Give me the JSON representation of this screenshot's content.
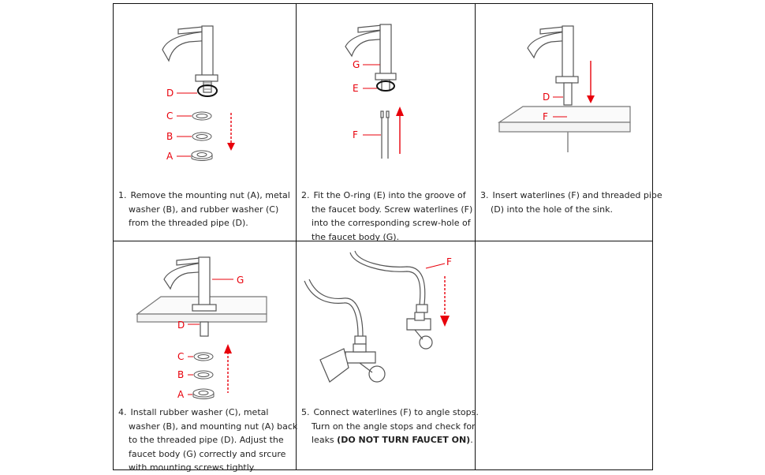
{
  "steps": [
    {
      "number": "1.",
      "lines": [
        "Remove the mounting nut (A), metal",
        "washer (B), and rubber washer (C)",
        "from the threaded pipe (D)."
      ],
      "labels": [
        "D",
        "C",
        "B",
        "A"
      ]
    },
    {
      "number": "2.",
      "lines": [
        "Fit the O-ring (E) into the groove of",
        "the faucet body. Screw waterlines (F)",
        "into the  corresponding screw-hole of",
        "the faucet body (G)."
      ],
      "labels": [
        "G",
        "E",
        "F"
      ]
    },
    {
      "number": "3.",
      "lines": [
        "Insert waterlines (F) and threaded pipe",
        "(D) into the hole of the sink."
      ],
      "labels": [
        "D",
        "F"
      ]
    },
    {
      "number": "4.",
      "lines": [
        "Install rubber washer (C), metal",
        "washer (B), and mounting nut (A) back",
        "to the threaded pipe (D). Adjust the",
        "faucet body (G) correctly and srcure",
        "with mounting screws tightly."
      ],
      "labels": [
        "G",
        "D",
        "C",
        "B",
        "A"
      ]
    },
    {
      "number": "5.",
      "lines": [
        "Connect waterlines (F) to angle stops.",
        "Turn on the angle stops and check for",
        "leaks "
      ],
      "bold": "(DO NOT TURN FAUCET ON)",
      "trailing": ".",
      "labels": [
        "F"
      ]
    }
  ],
  "colors": {
    "label": "#e8000b",
    "line": "#111111",
    "drawing": "#555555"
  }
}
